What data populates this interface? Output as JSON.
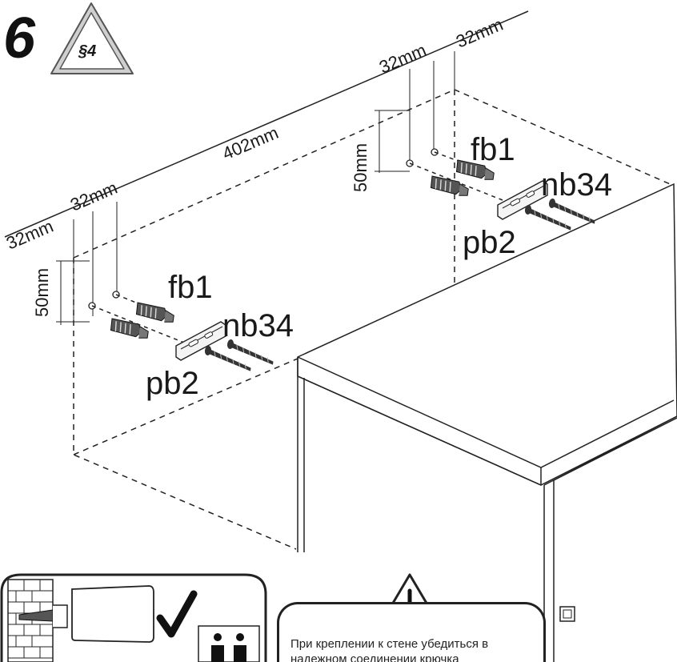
{
  "step": {
    "number": "6",
    "badge": "§4"
  },
  "dimensions": {
    "total_width": "402mm",
    "left_offset_a": "32mm",
    "left_offset_b": "32mm",
    "right_offset_a": "32mm",
    "right_offset_b": "32mm",
    "left_height": "50mm",
    "right_height": "50mm"
  },
  "parts": {
    "left": {
      "dowel": "fb1",
      "bracket": "nb34",
      "screw": "pb2"
    },
    "right": {
      "dowel": "fb1",
      "bracket": "nb34",
      "screw": "pb2"
    }
  },
  "notice": {
    "text": "При креплении к стене убедиться в надежном соединении крючка"
  }
}
